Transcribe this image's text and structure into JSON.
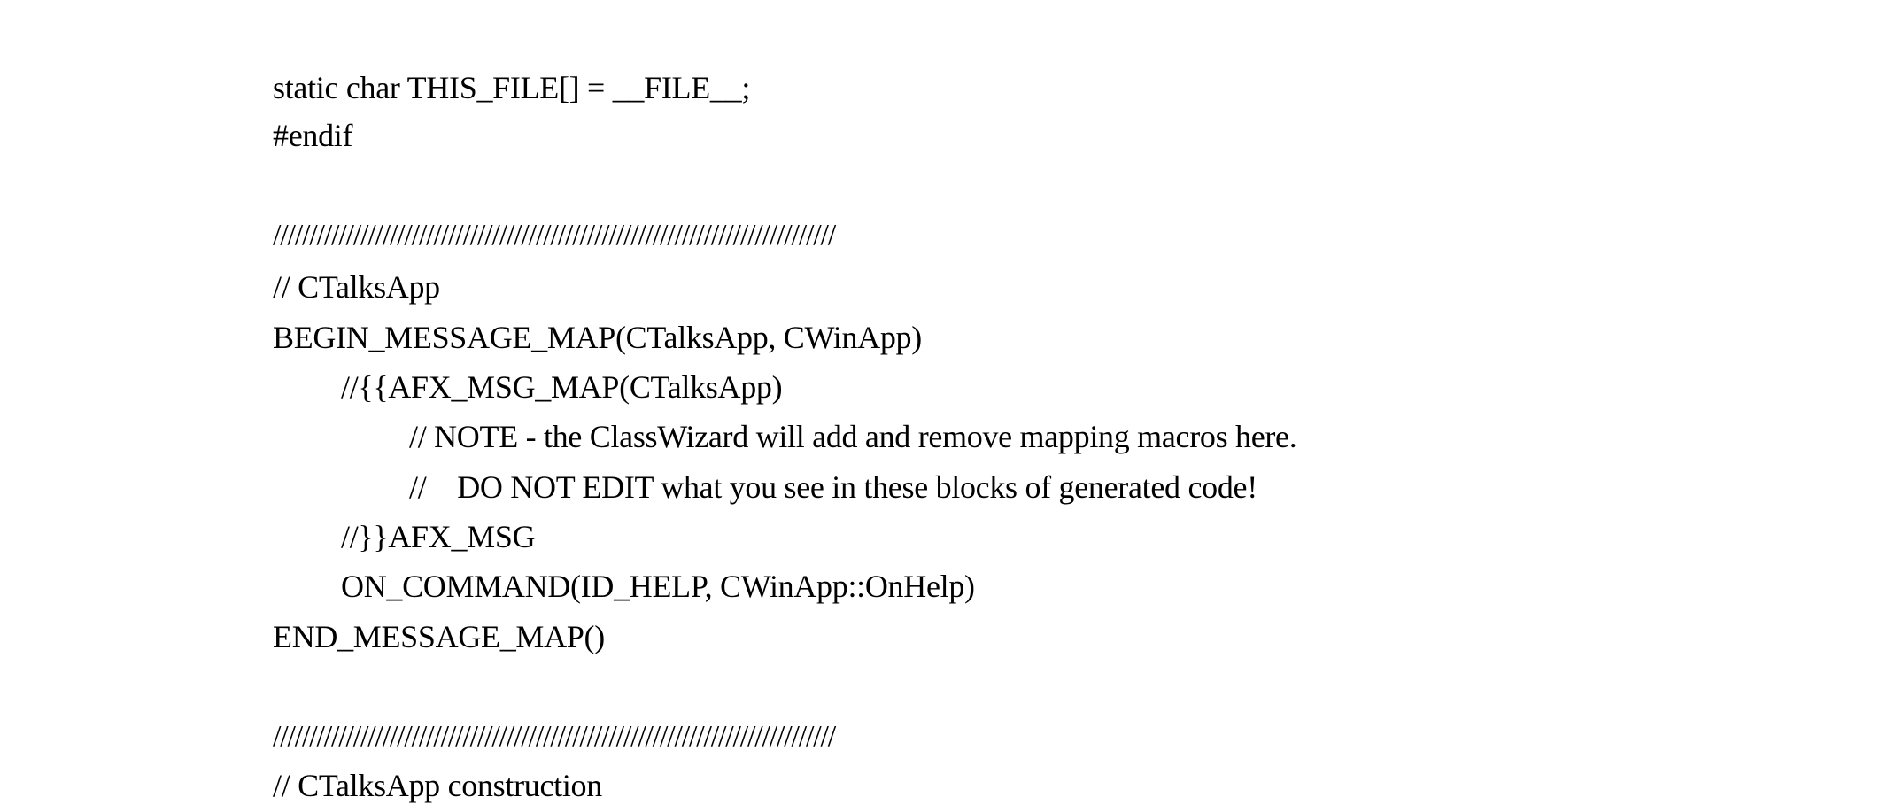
{
  "document": {
    "lines": [
      "static char THIS_FILE[] = __FILE__;",
      "#endif",
      "/////////////////////////////////////////////////////////////////////////////",
      "// CTalksApp",
      "BEGIN_MESSAGE_MAP(CTalksApp, CWinApp)",
      "//{{AFX_MSG_MAP(CTalksApp)",
      "// NOTE - the ClassWizard will add and remove mapping macros here.",
      "//    DO NOT EDIT what you see in these blocks of generated code!",
      "//}}AFX_MSG",
      "ON_COMMAND(ID_HELP, CWinApp::OnHelp)",
      "END_MESSAGE_MAP()",
      "/////////////////////////////////////////////////////////////////////////////",
      "// CTalksApp construction"
    ]
  }
}
